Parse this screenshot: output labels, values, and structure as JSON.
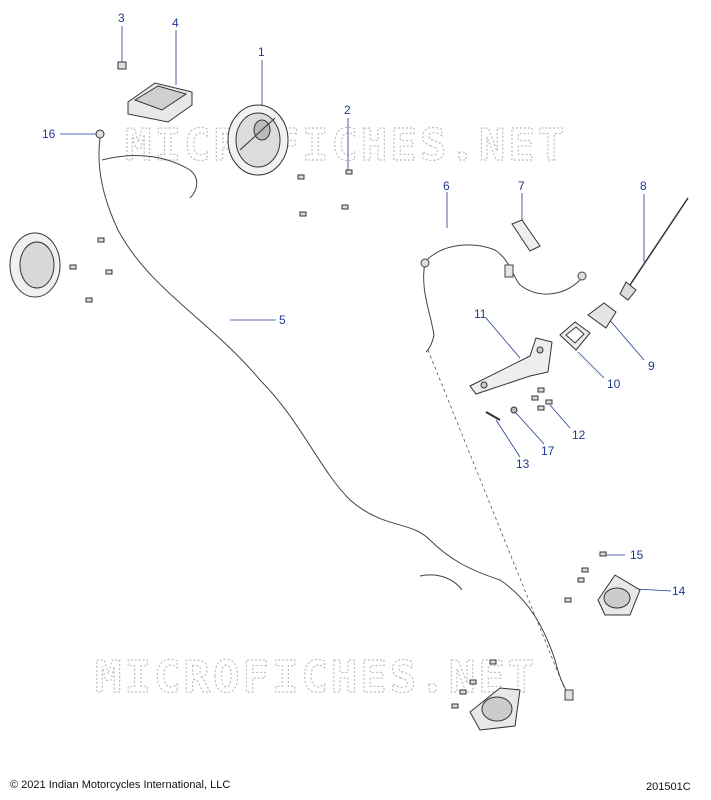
{
  "callouts": [
    "1",
    "2",
    "3",
    "4",
    "5",
    "6",
    "7",
    "8",
    "9",
    "10",
    "11",
    "12",
    "13",
    "14",
    "15",
    "16",
    "17"
  ],
  "watermark": "MICROFICHES.NET",
  "footer": {
    "copyright": "© 2021 Indian Motorcycles International, LLC",
    "figure_id": "201501C"
  },
  "colors": {
    "callout_text": "#1f3a93",
    "leader_line": "#1f3a93",
    "part_outline": "#333333",
    "watermark": "#bdbdbd"
  }
}
